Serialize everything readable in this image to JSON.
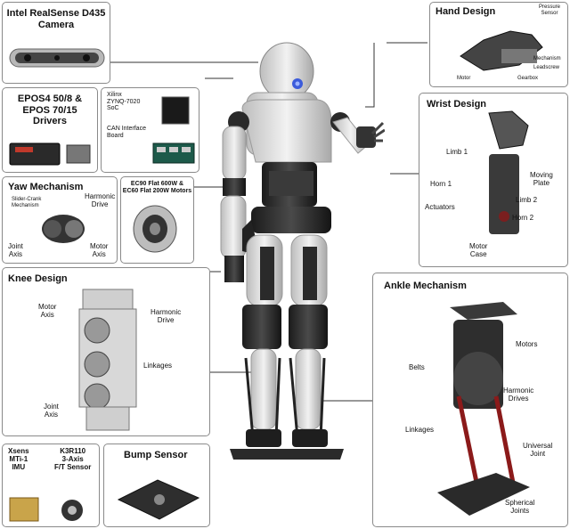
{
  "panels": {
    "camera": {
      "title": "Intel RealSense D435\nCamera"
    },
    "epos": {
      "title": "EPOS4 50/8 &\nEPOS 70/15\nDrivers"
    },
    "xilinx": {
      "chip_label": "Xilinx\nZYNQ-7020\nSoC",
      "board_label": "CAN Interface\nBoard"
    },
    "yaw": {
      "title": "Yaw Mechanism",
      "labels": {
        "slider": "Slider-Crank\nMechanism",
        "harmonic": "Harmonic\nDrive",
        "joint": "Joint\nAxis",
        "motor": "Motor\nAxis"
      }
    },
    "motors": {
      "title": "EC90 Flat 600W &\nEC60 Flat 200W Motors"
    },
    "knee": {
      "title": "Knee Design",
      "labels": {
        "motor_axis": "Motor\nAxis",
        "harmonic": "Harmonic\nDrive",
        "linkages": "Linkages",
        "joint_axis": "Joint\nAxis"
      }
    },
    "sensors": {
      "xsens": "Xsens\nMTi-1\nIMU",
      "k3r": "K3R110\n3-Axis\nF/T Sensor"
    },
    "bump": {
      "title": "Bump Sensor"
    },
    "hand": {
      "title": "Hand Design",
      "labels": {
        "pressure": "Pressure\nSensor",
        "mechanism": "Mechanism",
        "leadscrew": "Leadscrew",
        "motor": "Motor",
        "gearbox": "Gearbox"
      }
    },
    "wrist": {
      "title": "Wrist Design",
      "labels": {
        "limb1": "Limb 1",
        "moving": "Moving\nPlate",
        "horn1": "Horn 1",
        "limb2": "Limb 2",
        "actuators": "Actuators",
        "horn2": "Horn 2",
        "motor_case": "Motor\nCase"
      }
    },
    "ankle": {
      "title": "Ankle Mechanism",
      "labels": {
        "motors": "Motors",
        "belts": "Belts",
        "harmonic": "Harmonic\nDrives",
        "linkages": "Linkages",
        "universal": "Universal\nJoint",
        "spherical": "Spherical\nJoints"
      }
    }
  }
}
